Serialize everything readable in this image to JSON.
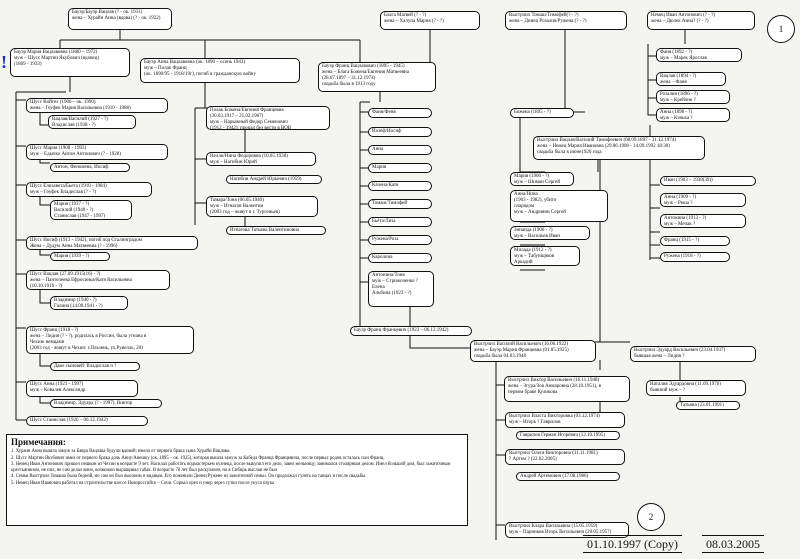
{
  "boxes": {
    "bauer_vaclav": [
      "Бауэр/Бауэр Вацлав (? - ок. 1931)",
      "жена – Хурайн Анна (вдова) (? - ок. 1922)"
    ],
    "blaga_matvey": [
      "Блага Матвей (? - ?)",
      "жена – Халупа Мария (? - ?)"
    ],
    "vystrchil_tomas": [
      "Выстрчил Томаш/Тимофей(? - ?)",
      "жена – Динец Розалия/Ружена (? - ?)"
    ],
    "nemec_ivan": [
      "Немец Иван Антонович (? - ?)",
      "жена – Дюлек Анна? (? - ?)"
    ],
    "bauer_maria": [
      "Бауэр Мария Вацлавовна (1880 – 1972)",
      "муж – Шусс Мартин Якубович (вдовец)",
      "(1869 - 1933)"
    ],
    "bauer_anna": [
      "Бауэр Анна Вацлавовна (ок. 1890 – осень 1943)",
      "муж – Полак Франц",
      "(ок. 1890/95 - 1918/19г), погиб в гражданскую войну"
    ],
    "bauer_franc": [
      "Бауэр Франц Вацлавович (1895 - 1945)",
      "жена – Блага Божена/Евгения Матвеевна",
      "(28.07.1897 – 31.12.1974)",
      "свадьба была в 1913 году"
    ],
    "shuss_voytekh": [
      "Шусс Войтех (1906 – ок. 1990)",
      "жена – Гоуфек Мария Васильевна (1910 - 1988)"
    ],
    "vaclav_v": [
      "Вацлав/Василий (1927 - ?)",
      "Владислав (1938 - ?)"
    ],
    "shuss_maria": [
      "Шусс Мария (1908 - 1993)",
      "муж – Едычко Антон Антонович (? - 1928)"
    ],
    "anton_feo": [
      "Антон, Феномена, Иосиф"
    ],
    "shuss_elizaveta": [
      "Шусс Елизавета/Бьета (1910 - 1984)",
      "муж – Гоуфек Владислав (? - ?)"
    ],
    "maria_vas_st": [
      "Мария (1937 - ?)",
      "Василий (1940 - ?)",
      "Станислав (1947 - 1997)"
    ],
    "shuss_iosif": [
      "Шусс Иосиф (1913 - 1942), погиб под Сталинградом",
      "Жена – Дудум Анна Матвеевна (? - 1996)"
    ],
    "maria_1939": [
      "Мария (1939 - ?)"
    ],
    "shuss_vaclav": [
      "Шусс Вацлав (27.09.1915(16) - ?)",
      "жена – Пантелеева Ефросинья/Катя Васильевна",
      "(10.10.1916 - ?)"
    ],
    "vladimir_galina": [
      "Владимир (1940 - ?)",
      "Галина (14.09.1941 - ?)"
    ],
    "shuss_franc": [
      "Шусс Франц (1918 - ?)",
      "жена – Лидия (? - ?), родилась в России, была угнана в",
      "Чехию немцами",
      "(2003 год - живут в Чехии: г.Пльзень, ул.Рувелль, 20)"
    ],
    "dvoe_synovey": [
      "Двое сыновей: Владислав и ?"
    ],
    "shuss_anna": [
      "Шусс Анна (1921 - 1997)",
      "муж – Ковалев Александр"
    ],
    "vladimir_eduard": [
      "Владимир, Эдуард (? - 1997), Виктор"
    ],
    "shuss_stanislav": [
      "Шусс Станислав (1926 – 06.12.1942)"
    ],
    "polak_bozhena": [
      "Полак Божена/Евгения Францевна",
      "(30.03.1917 – 21.02.1987)",
      "муж – Нарыжный Федор Семенович",
      "(1912 - 1942), пропал без вести в ВОВ"
    ],
    "nelli": [
      "Нелли/Нина Федоровна (10.05.1938)",
      "муж – Нагибин Юрий"
    ],
    "nagibin_andrey": [
      "Нагибин Андрей Юрьевич (1959)"
    ],
    "tamara": [
      "Тамара/Тоня (06.05.1940)",
      "муж – Игнатов Валентин",
      "(2003 год – живут в г. Тургеньев)"
    ],
    "ignatova": [
      "Игнатова Татьяна Валентиновна"
    ],
    "fanya": [
      "Фаня/Феня"
    ],
    "yozef": [
      "Йозеф/Иосиф"
    ],
    "anna_c": [
      "Анна"
    ],
    "maria_c": [
      "Мария"
    ],
    "kachena": [
      "Кáчена/Катя"
    ],
    "tomash_c": [
      "Томаш/Тимофей"
    ],
    "byeta": [
      "Бьéта/Лиза"
    ],
    "ruzhena": [
      "Ружена/Роза"
    ],
    "karolina": [
      "Каролина"
    ],
    "antonina": [
      "Антонина/Тоня",
      "муж – Стрижоченко ?",
      "Елена",
      "Альбина (1923 - ?)"
    ],
    "bauer_franc_fr": [
      "Бауэр Франц Францевич (1923 – 06.12.1942)"
    ],
    "bozhena_1895": [
      "Божена (1895 - ?)"
    ],
    "vystrchil_vaclav_t": [
      "Выстрчил Вацлав/Василий Тимофеевич (08.09.1897 - 31.12.1974)",
      "жена – Немец Мария Ивановна (29.06.1900 - 14.09.1992 18:30)",
      "свадьба была в июне1920 года"
    ],
    "maria_1900": [
      "Мария (1900 - ?)",
      "муж – Шиман Сергей"
    ],
    "anna_nina": [
      "Анна/Нина",
      "(1903 - 1982), убито",
      "снарядом",
      "муж – Андрияни Сергей"
    ],
    "zinaida": [
      "Зинаида (1906 - ?)",
      "муж – Васильев Иван"
    ],
    "milada": [
      "Милада (1912 - ?)",
      "муж – Табунщиков",
      "Аркадий"
    ],
    "fanya_1892": [
      "Фаня (1892 - ?)",
      "муж – Марек Ярослав"
    ],
    "vaclav_1894": [
      "Вацлав (1894 - ?)",
      "жена – Фаня"
    ],
    "rozaliya_1896": [
      "Розалия (1896 - ?)",
      "муж – Крейчик ?"
    ],
    "anna_1898": [
      "Анна (1898 - ?)",
      "муж – Кэнька ?"
    ],
    "ivan_1903": [
      "Иван (1903 – 1938(39))"
    ],
    "anna_1909": [
      "Анна (1909 - ?)",
      "муж – Реша ?"
    ],
    "antonina_1913": [
      "Антонина (1913 - ?)",
      "муж – Мечак ?"
    ],
    "franc_1915": [
      "Франц (1915 - ?)"
    ],
    "ruzhena_1918": [
      "Ружена (1918 - ?)"
    ],
    "vystrchil_vasily_v": [
      "Выстрчил Василий Васильевич (16.06.1922)",
      "жена – Бауэр Мария Францевна (01.05.1925)",
      "свадьба была 04.03.1948"
    ],
    "vystrchil_eduard": [
      "Выстрчил Эдуард Васильевич (23.04.1937)",
      "бывшая жена – Лидия ?"
    ],
    "natalia_e": [
      "Наталия Эдуардовна (11.09.1970)",
      "бывший муж – ?"
    ],
    "tatiana_e": [
      "Татьяна (23.01.1991)"
    ],
    "vystrchil_viktor": [
      "Выстрчил Виктор Васильевич (16.11.1948)",
      "жена – Згура/Зоя Анмаровна (28.10.1951), в",
      "первом браке Куликова"
    ],
    "vlasta": [
      "Выстрчил Власта Викторовна (03.12.1974)",
      "муж – Игорь ? Гаврилов"
    ],
    "gavrilov": [
      "Гаврилов Герман Игоревич (12.10.1995)"
    ],
    "olesya": [
      "Выстрчил Олеся Викторовна (11.11.1981)",
      "? Артем ? (22.02.2005)"
    ],
    "artem": [
      "Андрей Артемович (17.08.1986)"
    ],
    "klara": [
      "Выстрчил Клара Васильевна (15.05.1959)",
      "муж – Паринков Игорь Витальевич (20.05.1957)"
    ]
  },
  "notes": {
    "title": "Примечания:",
    "items": [
      "1. Хураин Анна вышла замуж за Бавра Вацлава будучи вдовой; имела от первого брака сына Хурайн Вацлава.",
      "2. Шусс Мартин Якубович имел от первого брака дочь Анну/Анешку (ок. 1895 – ок. 1925), которая вышла замуж за Кабеда Франца Францевича, после первых родов осталась сын Франц.",
      "3. Немец Иван Антонович пришел пешком из Чехии в возрасте 9 лет. Насилал работать подмастерьем кузнеца, после выкупил его дело, завел мельницу, занимался столярным делом. Имел большой дом, был зажиточным крестьянином, не пил, не сам делал вино, возможно выращивал табак. В возрасте 70 лет был раскулачен, но в Сибирь выслан не был",
      "4. Семья Выстрчил Томаша была бедной, но сам он был высоким и видным. Его поженили Динец Ружене из зажиточной семьи. Он продолжал гулять на танцах и после свадьбы.",
      "5. Немец Иван Иванович работал на строительстве шоссе Новороссийск – Сочи. Сорвал орех и умер через сутки после укуса паука"
    ]
  },
  "circle1": "1",
  "circle2": "2",
  "footer_left": "01.10.1997 (Copy)",
  "footer_right": "08.03.2005",
  "mark": "!"
}
